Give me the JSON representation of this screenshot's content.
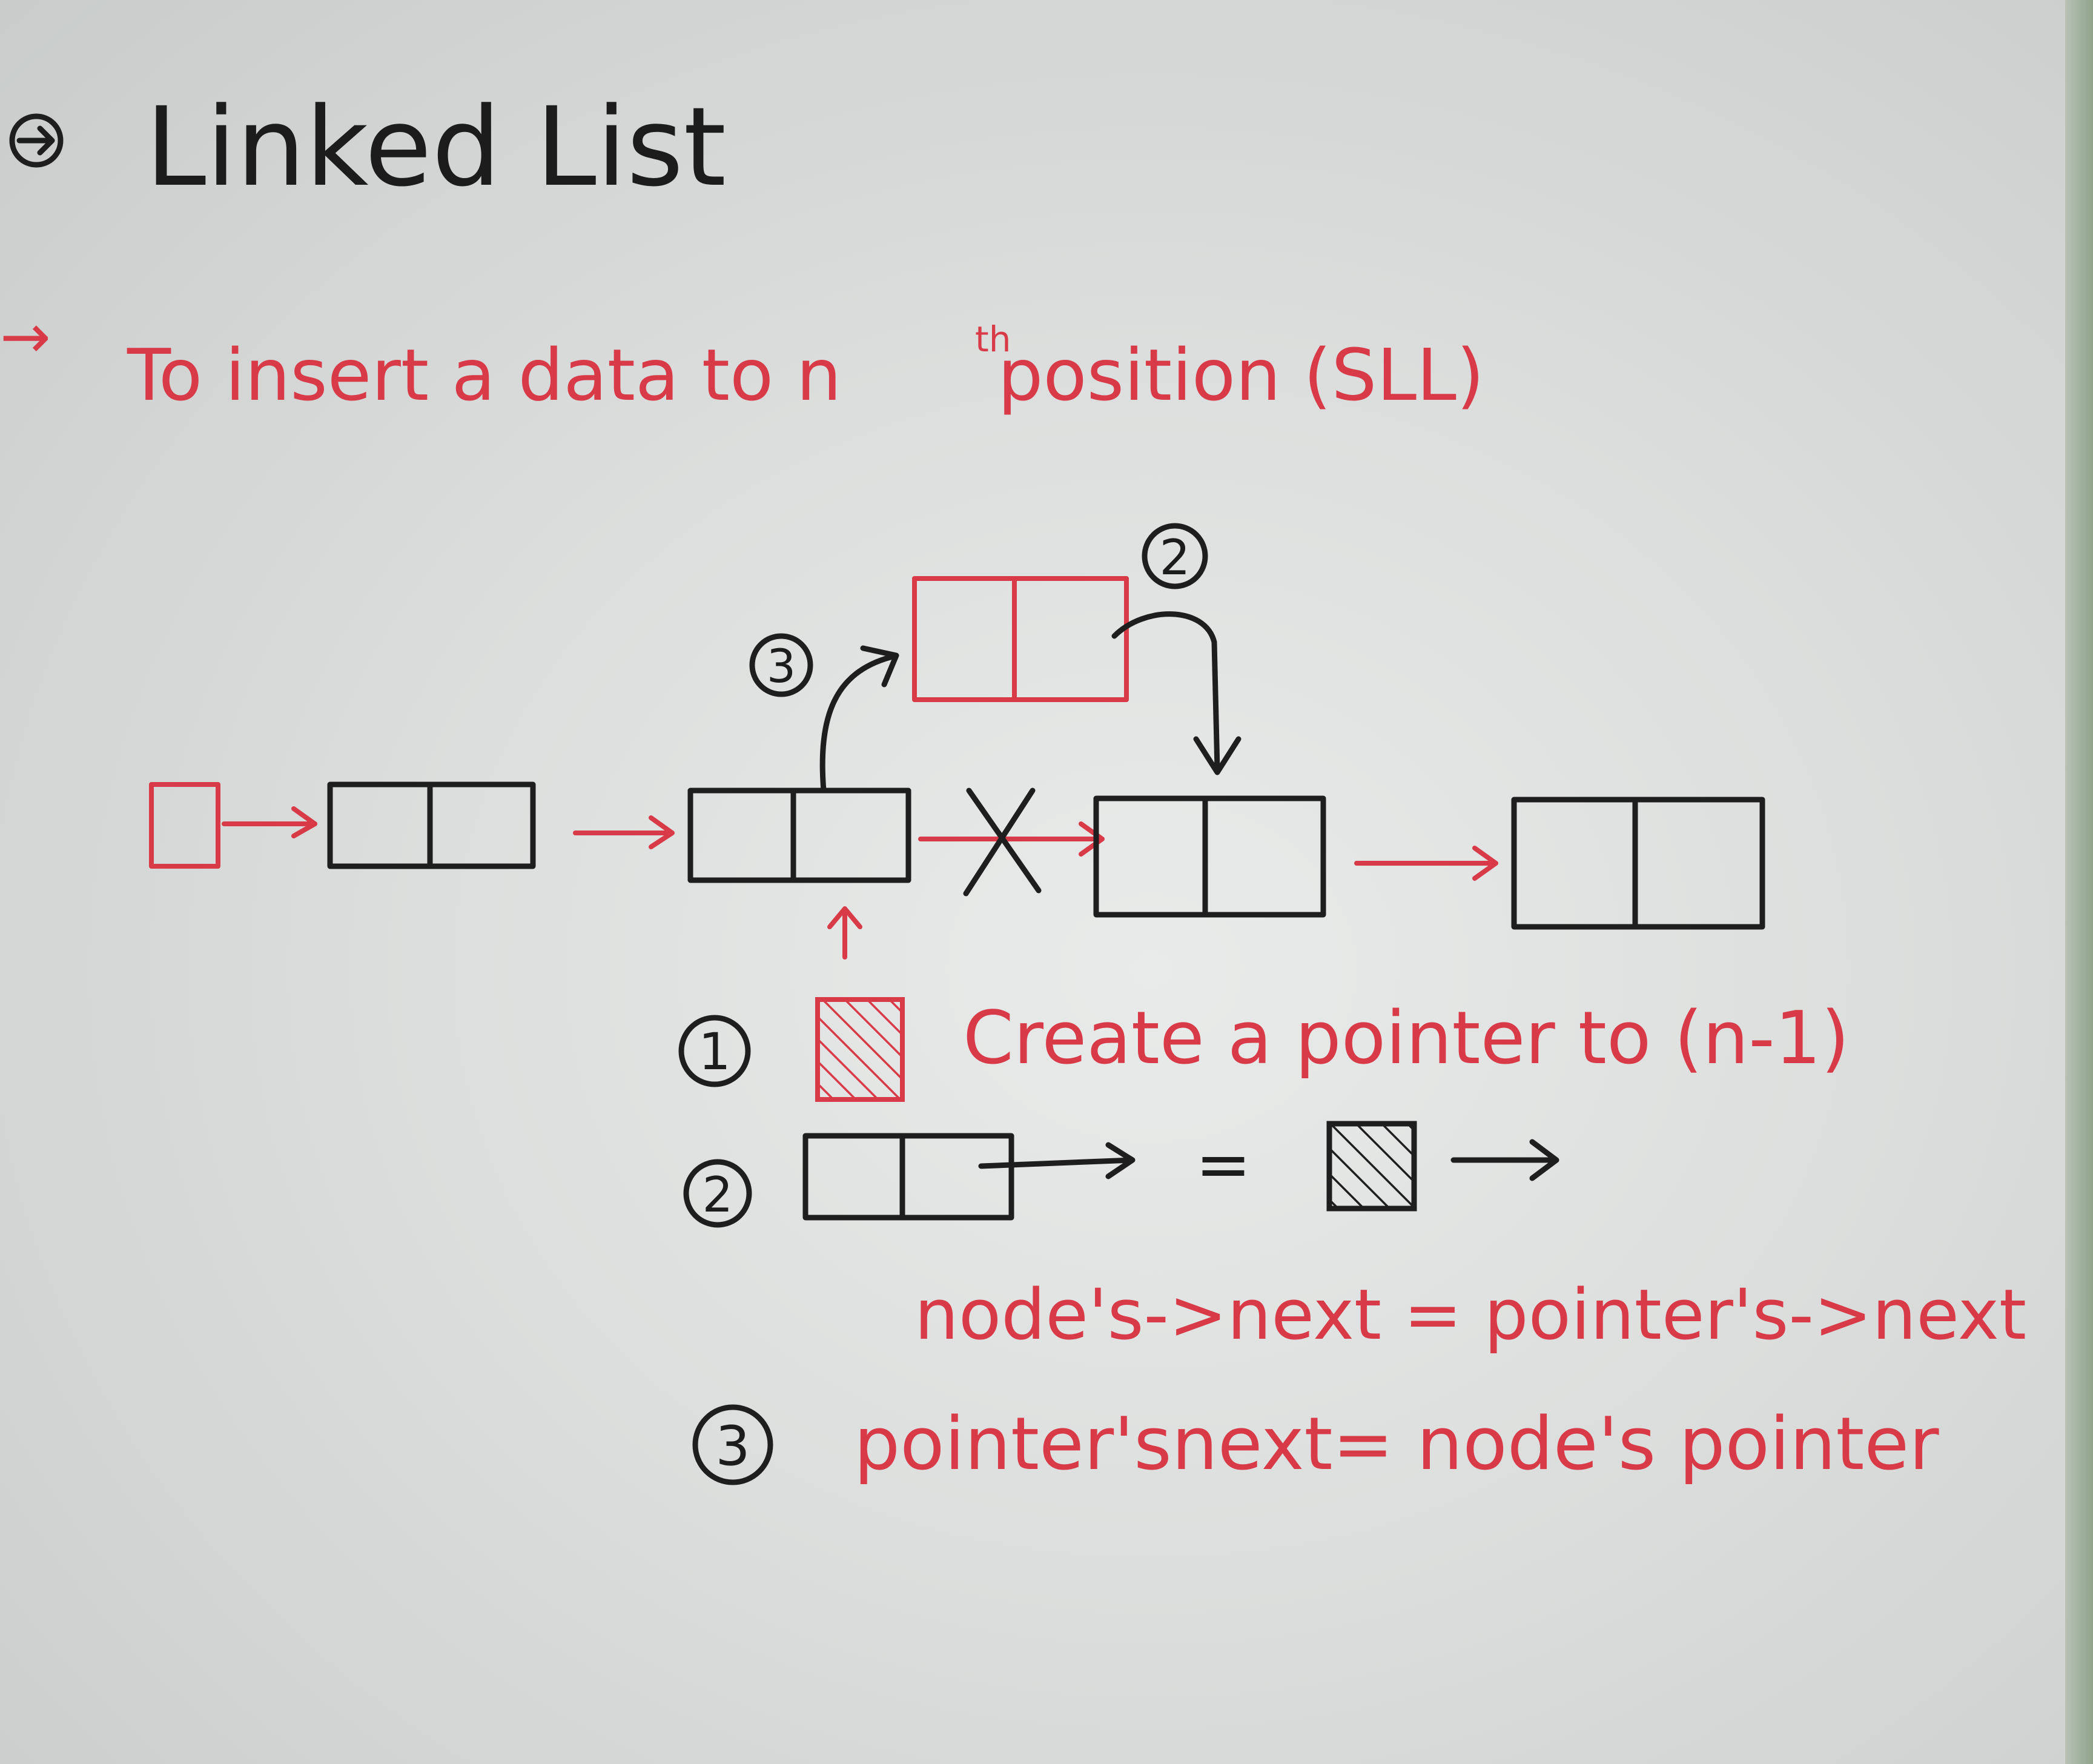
{
  "title": {
    "bullet_icon": "circled-arrow-icon",
    "text": "Linked List"
  },
  "subtitle": {
    "prefix": "→",
    "text": "To insert a data to n",
    "superscript": "th",
    "text_after": " position (SLL)"
  },
  "step_markers": {
    "upper_right": "2",
    "upper_left": "3"
  },
  "steps": [
    {
      "number": "1",
      "icon": "hatched-pointer-icon",
      "text": "Create a pointer to (n-1)"
    },
    {
      "number": "2",
      "lhs_icon": "node-with-arrow-icon",
      "equals": "=",
      "rhs_icon": "hatched-pointer-arrow-icon",
      "text": "node's->next = pointer's->next"
    },
    {
      "number": "3",
      "text": "pointer'snext= node's pointer"
    }
  ],
  "colors": {
    "black_ink": "#1e1e1e",
    "red_ink": "#d83a48",
    "board": "#e2e4e3"
  }
}
